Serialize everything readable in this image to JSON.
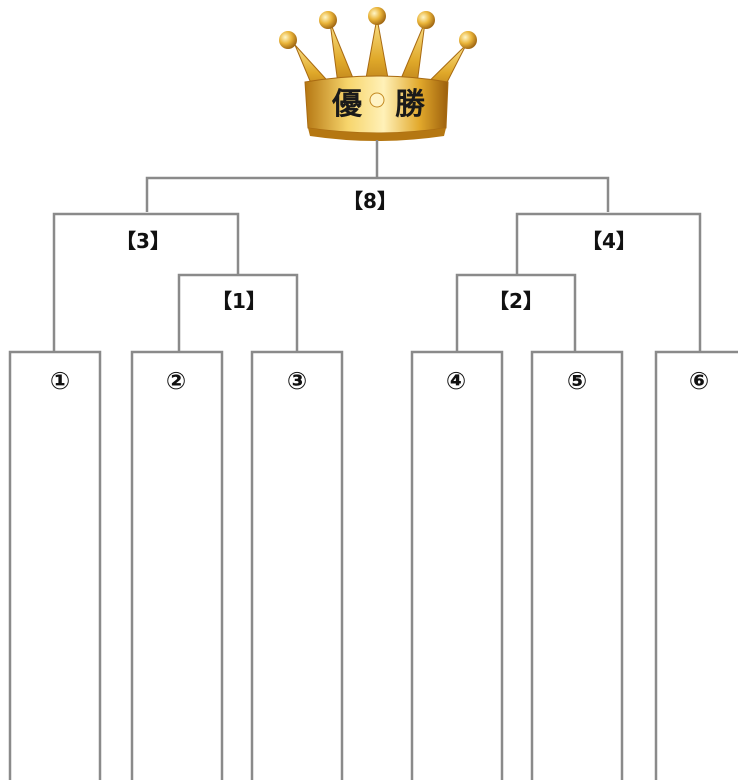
{
  "winner_label_left": "優",
  "winner_label_right": "勝",
  "matches": {
    "m1": "【1】",
    "m2": "【2】",
    "m3": "【3】",
    "m4": "【4】",
    "final": "【8】"
  },
  "entrants": [
    "①",
    "②",
    "③",
    "④",
    "⑤",
    "⑥"
  ],
  "colors": {
    "line": "#8a8a8a",
    "crown_gold": "#e0a92a",
    "crown_light": "#fbe28a",
    "crown_dark": "#a86a12"
  }
}
